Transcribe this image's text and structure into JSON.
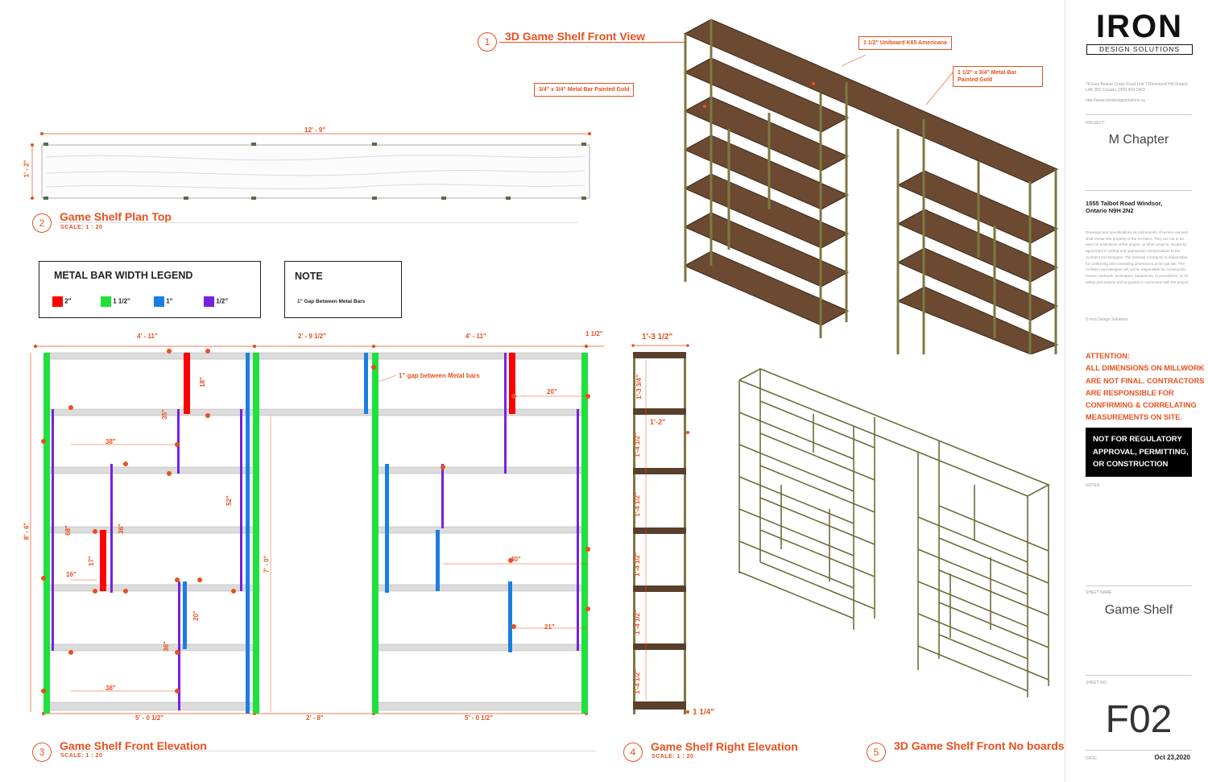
{
  "views": {
    "v1": {
      "num": "1",
      "title": "3D Game Shelf Front View"
    },
    "v2": {
      "num": "2",
      "title": "Game Shelf Plan Top",
      "scale": "SCALE:   1 : 20"
    },
    "v3": {
      "num": "3",
      "title": "Game Shelf Front Elevation",
      "scale": "SCALE:   1 : 20"
    },
    "v4": {
      "num": "4",
      "title": "Game Shelf Right Elevation",
      "scale": "SCALE:   1 : 20"
    },
    "v5": {
      "num": "5",
      "title": "3D Game Shelf Front No boards"
    }
  },
  "callouts": {
    "uniboard": "1 1/2\" Uniboard K65 Americana",
    "metal_bar_34": "3/4\" x 3/4\" Metal Bar Painted Gold",
    "metal_bar_112": "1 1/2\" x 3/4\" Metal Bar Painted Gold",
    "gap_note": "1\" gap between Metal bars"
  },
  "legend": {
    "title": "METAL BAR WIDTH LEGEND",
    "items": [
      {
        "label": "2\"",
        "color": "#ff0000"
      },
      {
        "label": "1 1/2\"",
        "color": "#1ee13c"
      },
      {
        "label": "1\"",
        "color": "#1a7fe0"
      },
      {
        "label": "1/2\"",
        "color": "#7a1fe0"
      }
    ]
  },
  "note": {
    "title": "NOTE",
    "text": "1\" Gap Between Metal Bars"
  },
  "plan": {
    "width": "12' - 9\"",
    "depth": "1' - 2\""
  },
  "elevation": {
    "top_dims": [
      "4' - 11\"",
      "2' - 9 1/2\"",
      "4' - 11\"",
      "1 1/2\""
    ],
    "bottom_dims": [
      "5' - 0 1/2\"",
      "2' - 8\"",
      "5' - 0 1/2\""
    ],
    "height": "8' - 6\"",
    "opening_height": "7' - 0\"",
    "inner": [
      "18\"",
      "35\"",
      "38\"",
      "52\"",
      "68\"",
      "36\"",
      "17\"",
      "16\"",
      "20\"",
      "36\"",
      "38\"",
      "20\"",
      "40\"",
      "21\""
    ]
  },
  "side": {
    "top": "1'-3 1/2\"",
    "depth": "1'-2\"",
    "bottom": "1 1/4\"",
    "spacings": [
      "1'-3 3/4\"",
      "1'-4 1/2\"",
      "1'-4 1/2\"",
      "1'-4 1/2\"",
      "1'-4 1/2\"",
      "1'-4 1/2\""
    ]
  },
  "titleblock": {
    "logo": "IRON",
    "logo_sub": "DESIGN SOLUTIONS",
    "company_address": "78 East Beaver Creek Road Unit 7 Richmond Hill Ontario L4B 3B2 Canada   (289) 809-2463",
    "company_web": "http://www.irondesignsolutions.ca",
    "project_label": "PROJECT:",
    "project": "M Chapter",
    "address1": "1555 Talbot Road Windsor,",
    "address2": "Ontario N9H 2N2",
    "disclaimer": "Drawings and Specifications as instruments of service are and shall remain the property of the Architect. They are not to be used on extensions of the project, or other projects, except by agreement in writing and appropriate compensation to the Architect and Designer. The General Contractor is responsible for confirming and correlating dimensions at the job site. The Architect and designer will not be responsible for construction means, methods, techniques, sequences, or procedures, or for safety precautions and programs in connection with the project.",
    "copyright": "© Iron Design Solutions",
    "attention": [
      "ATTENTION:",
      "ALL DIMENSIONS ON MILLWORK",
      "ARE NOT FINAL. CONTRACTORS",
      "ARE RESPONSIBLE FOR",
      "CONFIRMING & CORRELATING",
      "MEASUREMENTS ON SITE."
    ],
    "warning": [
      "NOT FOR REGULATORY",
      "APPROVAL, PERMITTING,",
      "OR CONSTRUCTION"
    ],
    "notes_label": "NOTES:",
    "sheet_name_label": "SHEET NAME:",
    "sheet_name": "Game Shelf",
    "sheet_no_label": "SHEET NO:",
    "sheet_no": "F02",
    "date_label": "DATE:",
    "date": "Oct 23,2020"
  }
}
